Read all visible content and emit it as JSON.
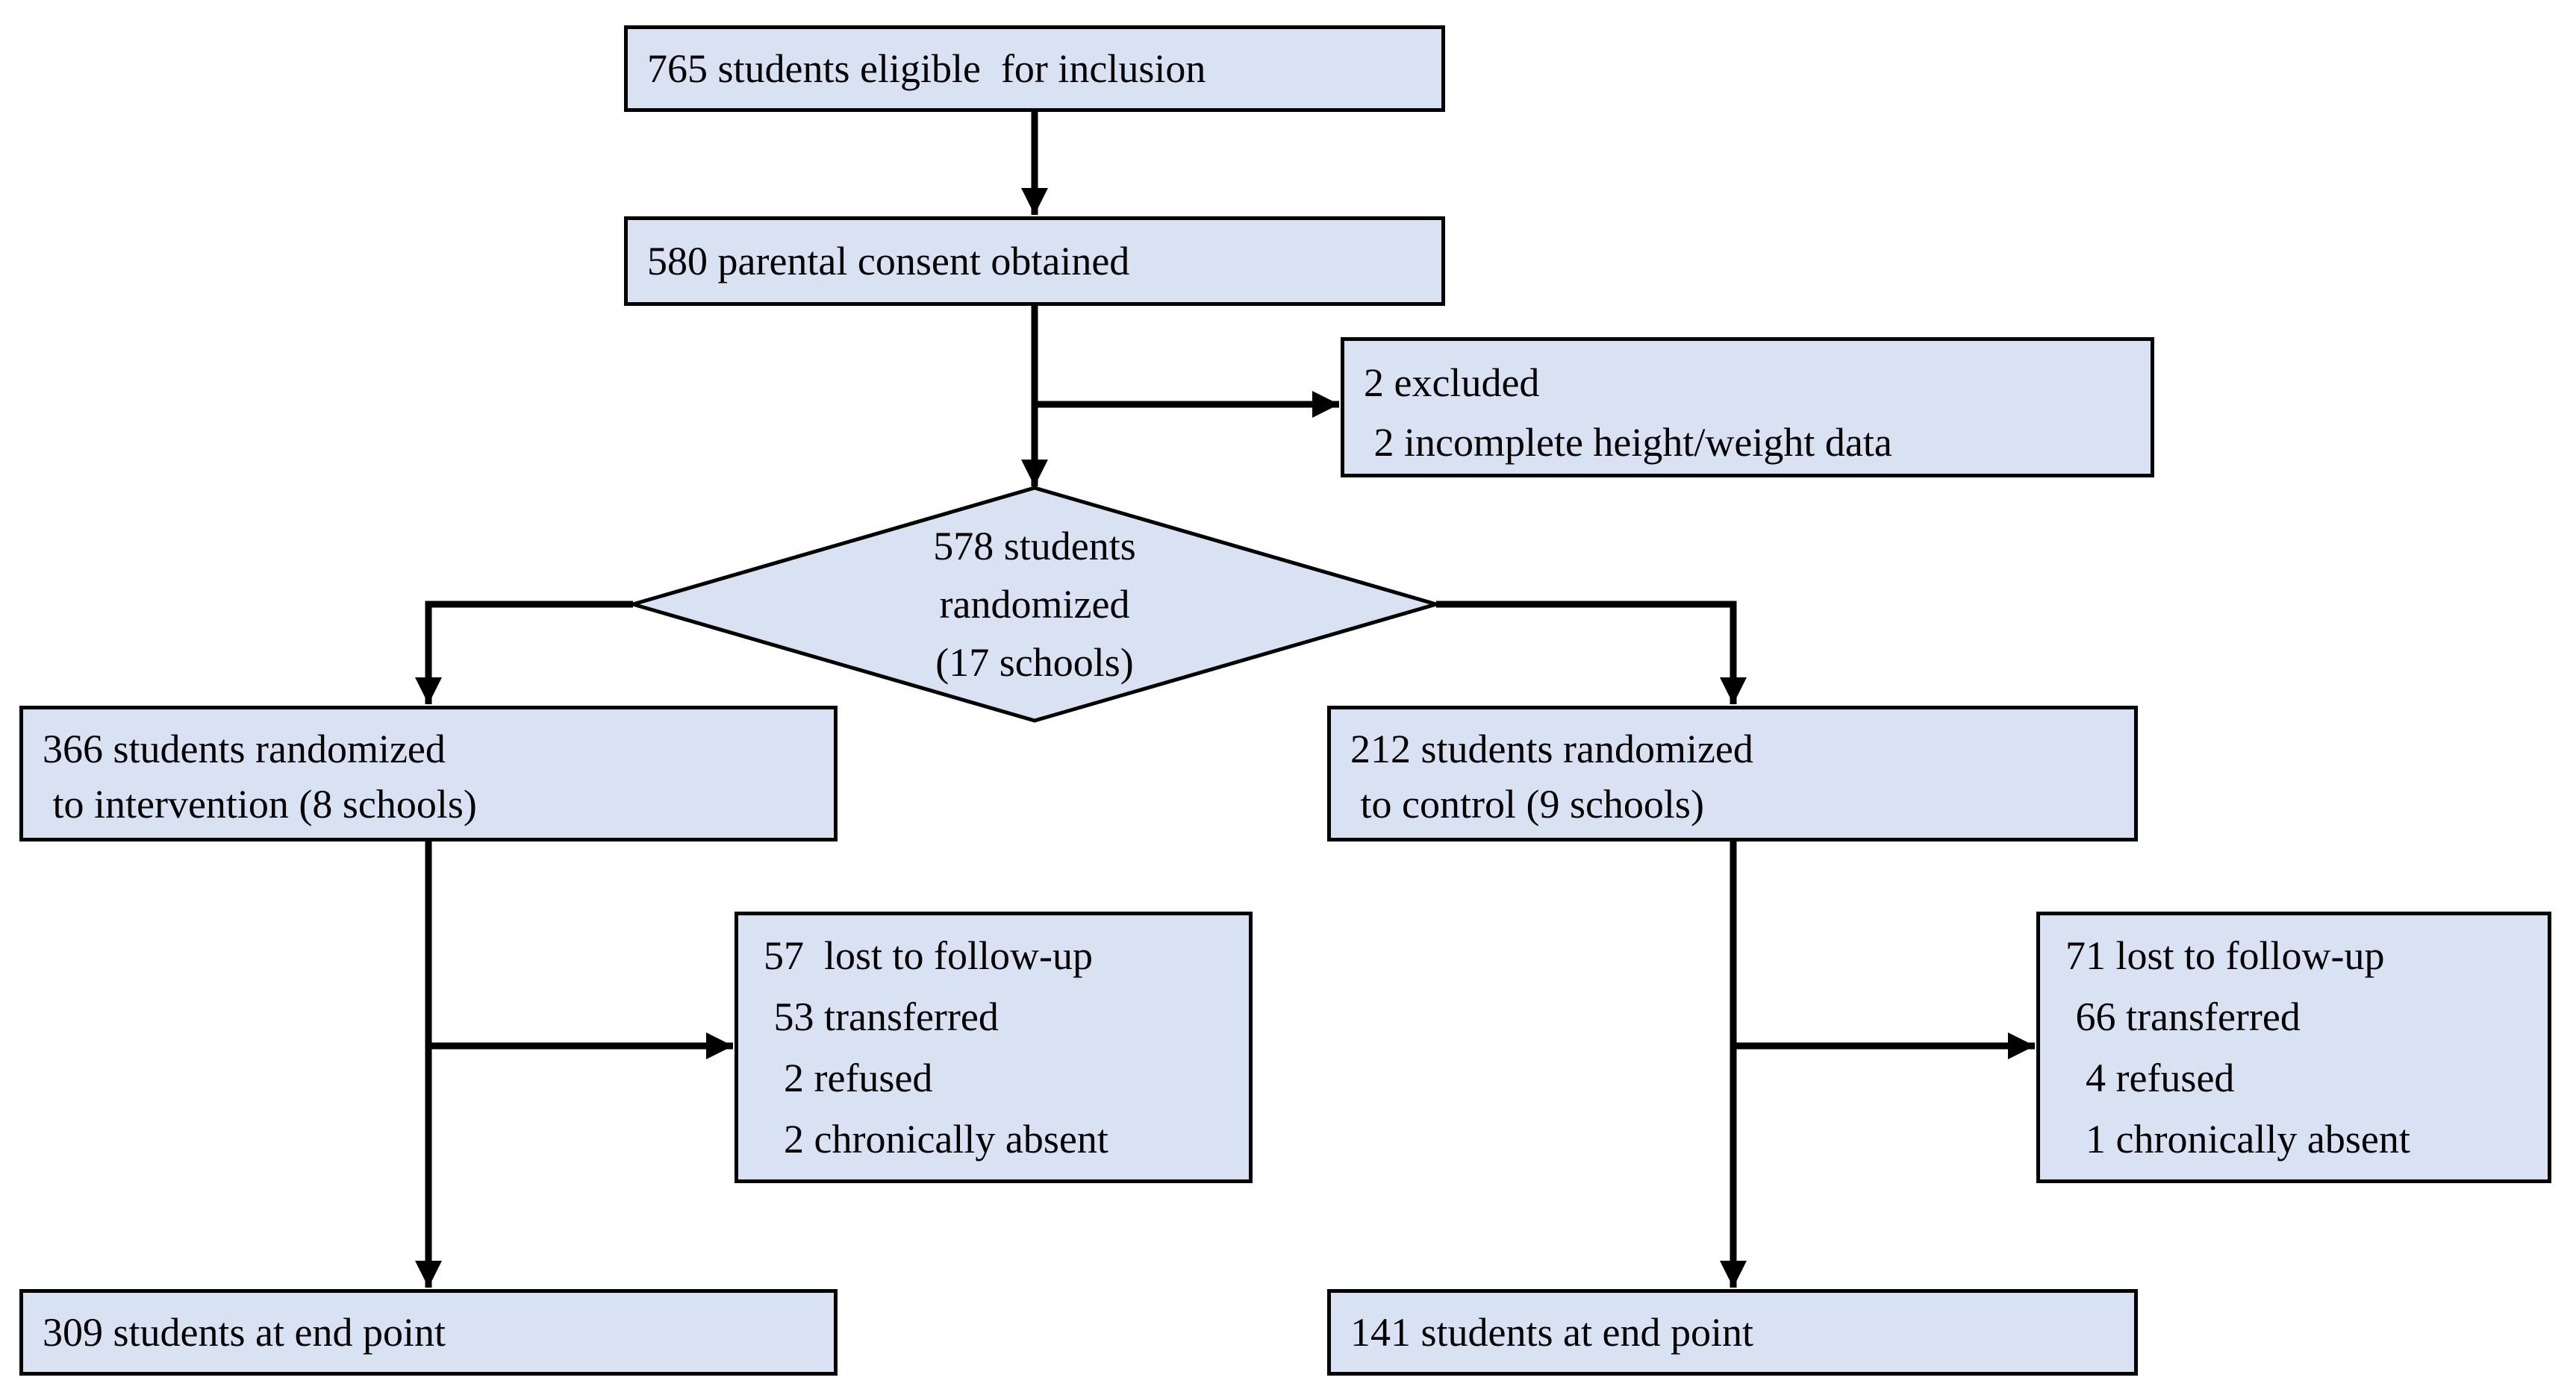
{
  "diagram": {
    "kind": "study-enrollment-flowchart",
    "colors": {
      "node_fill": "#d9e2f3",
      "node_border": "#000000",
      "connector": "#000000",
      "background": "#ffffff",
      "text": "#000000"
    },
    "nodes": {
      "eligible": {
        "lines": [
          "765 students eligible  for inclusion"
        ]
      },
      "consent": {
        "lines": [
          "580 parental consent obtained"
        ]
      },
      "excluded": {
        "lines": [
          "2 excluded",
          " 2 incomplete height/weight data"
        ]
      },
      "randomized": {
        "lines": [
          "578 students",
          "randomized",
          "(17 schools)"
        ]
      },
      "intervention": {
        "lines": [
          "366 students randomized",
          " to intervention (8 schools)"
        ]
      },
      "control": {
        "lines": [
          "212 students randomized",
          " to control (9 schools)"
        ]
      },
      "lost_intervention": {
        "lines": [
          "57  lost to follow-up",
          " 53 transferred",
          "  2 refused",
          "  2 chronically absent"
        ]
      },
      "lost_control": {
        "lines": [
          "71 lost to follow-up",
          " 66 transferred",
          "  4 refused",
          "  1 chronically absent"
        ]
      },
      "endpoint_intervention": {
        "lines": [
          "309 students at end point"
        ]
      },
      "endpoint_control": {
        "lines": [
          "141 students at end point"
        ]
      }
    },
    "edges": [
      {
        "from": "eligible",
        "to": "consent"
      },
      {
        "from": "consent",
        "to": "randomized"
      },
      {
        "from": "consent",
        "to": "excluded"
      },
      {
        "from": "randomized",
        "to": "intervention"
      },
      {
        "from": "randomized",
        "to": "control"
      },
      {
        "from": "intervention",
        "to": "endpoint_intervention"
      },
      {
        "from": "intervention",
        "to": "lost_intervention"
      },
      {
        "from": "control",
        "to": "endpoint_control"
      },
      {
        "from": "control",
        "to": "lost_control"
      }
    ]
  }
}
